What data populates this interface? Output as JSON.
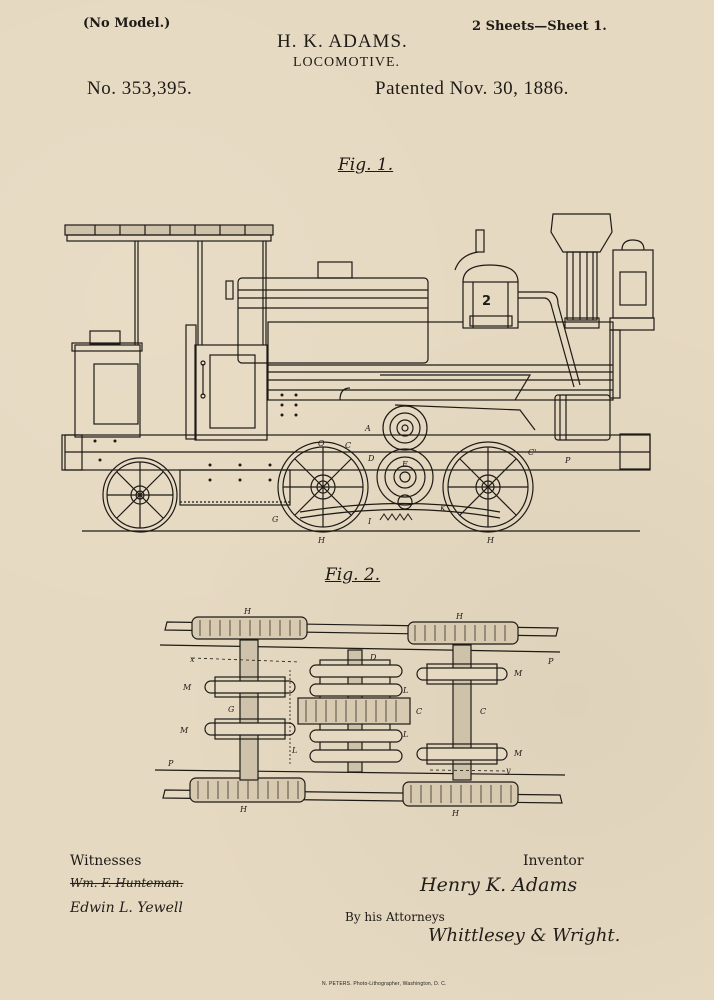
{
  "header": {
    "no_model": "(No Model.)",
    "sheets": "2 Sheets—Sheet 1.",
    "inventor_name": "H. K. ADAMS.",
    "title": "LOCOMOTIVE.",
    "patent_number": "No. 353,395.",
    "patent_date": "Patented Nov. 30, 1886."
  },
  "figures": [
    {
      "label": "Fig. 1.",
      "description": "Side elevation of locomotive",
      "part_labels": [
        "A",
        "O",
        "C",
        "D",
        "E",
        "G",
        "H",
        "I",
        "K",
        "P",
        "C'",
        "H"
      ],
      "dome_number": "2"
    },
    {
      "label": "Fig. 2.",
      "description": "Plan view of wheel and gear arrangement",
      "part_labels": [
        "H",
        "H",
        "x",
        "D",
        "P",
        "M",
        "L",
        "C",
        "C",
        "G",
        "M",
        "L",
        "L",
        "M",
        "P",
        "y",
        "H",
        "H",
        "M"
      ]
    }
  ],
  "signatures": {
    "witnesses_label": "Witnesses",
    "witnesses": [
      "Wm. F. Hunteman.",
      "Edwin L. Yewell"
    ],
    "inventor_label": "Inventor",
    "inventor_signature": "Henry K. Adams",
    "attorneys_label": "By his Attorneys",
    "attorney_signature": "Whittlesey & Wright."
  },
  "footer": {
    "printer": "N. PETERS. Photo-Lithographer, Washington, D. C."
  },
  "colors": {
    "paper": "#e6d9c1",
    "ink": "#1e1a16"
  }
}
